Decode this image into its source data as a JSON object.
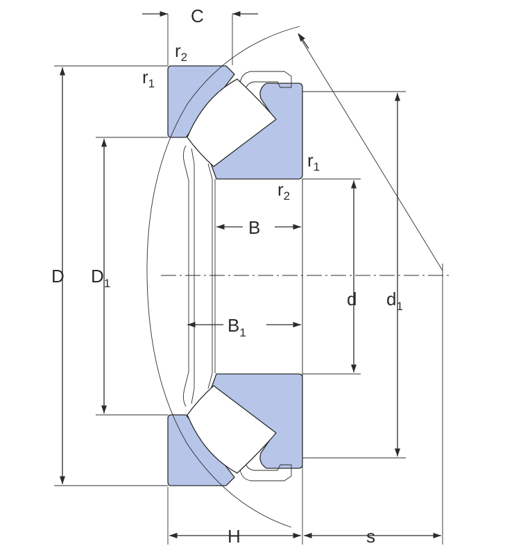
{
  "labels": {
    "C": "C",
    "r": "r",
    "sub_1": "1",
    "sub_2": "2",
    "D": "D",
    "B": "B",
    "d": "d",
    "H": "H",
    "s": "s"
  },
  "colors": {
    "ring_fill": "#b6c5e8",
    "line": "#2b2b2b",
    "background": "#ffffff"
  }
}
